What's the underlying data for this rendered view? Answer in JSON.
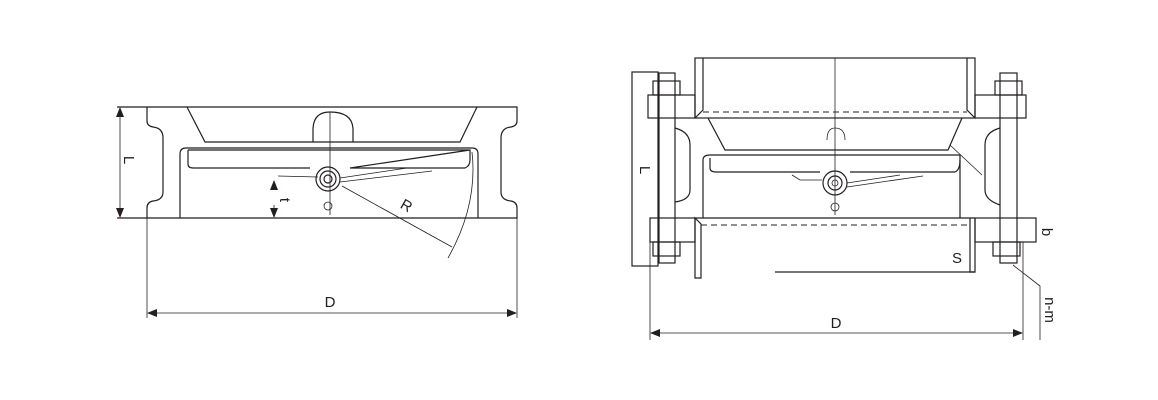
{
  "left_view": {
    "labels": {
      "length": "L",
      "thickness": "t",
      "radius": "R",
      "diameter": "D"
    }
  },
  "right_view": {
    "labels": {
      "length": "L",
      "spacing": "S",
      "flange_thickness": "b",
      "bolts": "n-m",
      "diameter": "D"
    }
  },
  "colors": {
    "line": "#231f20",
    "background": "#ffffff"
  }
}
